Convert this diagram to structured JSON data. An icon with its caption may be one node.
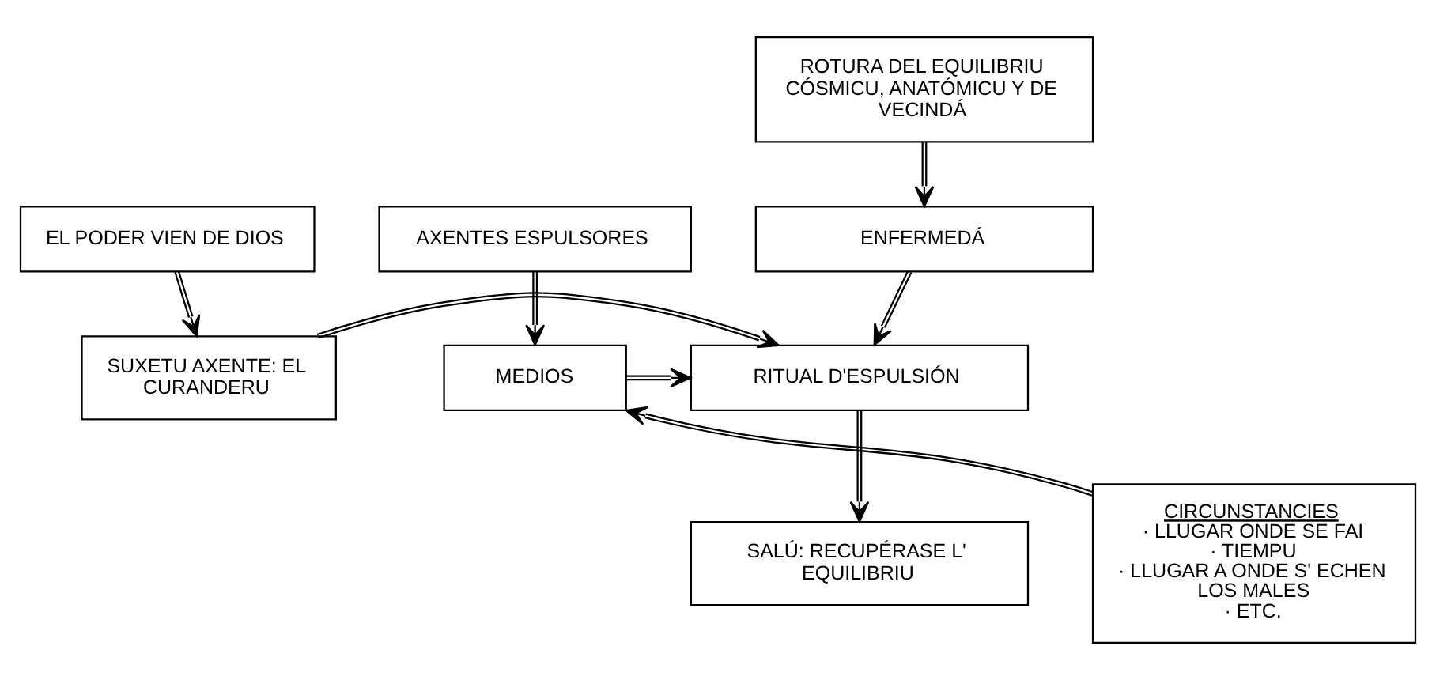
{
  "diagram": {
    "nodes": [
      {
        "text": [
          "ROTURA DEL EQUILIBRIU CÓSMICU, ANATÓMICU Y DE VECINDÁ"
        ]
      },
      {
        "text": [
          "EL PODER VIEN DE DIOS"
        ]
      },
      {
        "text": [
          "ENFERMEDÁ"
        ]
      },
      {
        "text": [
          "AXENTES ESPULSORES"
        ]
      },
      {
        "text": [
          "SUXETU AXENTE: EL CURANDERU"
        ]
      },
      {
        "text": [
          "RITUAL D'ESPULSIÓN"
        ]
      },
      {
        "text": [
          "MEDIOS"
        ]
      },
      {
        "text": [
          "CIRCUNSTANCIES",
          "· LLUGAR ONDE SE FAI",
          "· TIEMPU",
          "· LLUGAR A ONDE S' ECHEN LOS MALES",
          "· ETC."
        ]
      },
      {
        "text": [
          "SALÚ: RECUPÉRASE L' EQUILIBRIU"
        ]
      }
    ],
    "edges": [
      {
        "from": 0,
        "to": 2,
        "arrow": "to"
      },
      {
        "from": 1,
        "to": 4,
        "arrow": "to"
      },
      {
        "from": 2,
        "to": 5,
        "arrow": "to"
      },
      {
        "from": 4,
        "to": 5,
        "arrow": "to"
      },
      {
        "from": 6,
        "to": 5,
        "arrow": "to"
      },
      {
        "from": 3,
        "to": 6,
        "arrow": "to"
      },
      {
        "from": 7,
        "to": 6,
        "arrow": "to"
      },
      {
        "from": 5,
        "to": 8,
        "arrow": "to"
      }
    ]
  }
}
